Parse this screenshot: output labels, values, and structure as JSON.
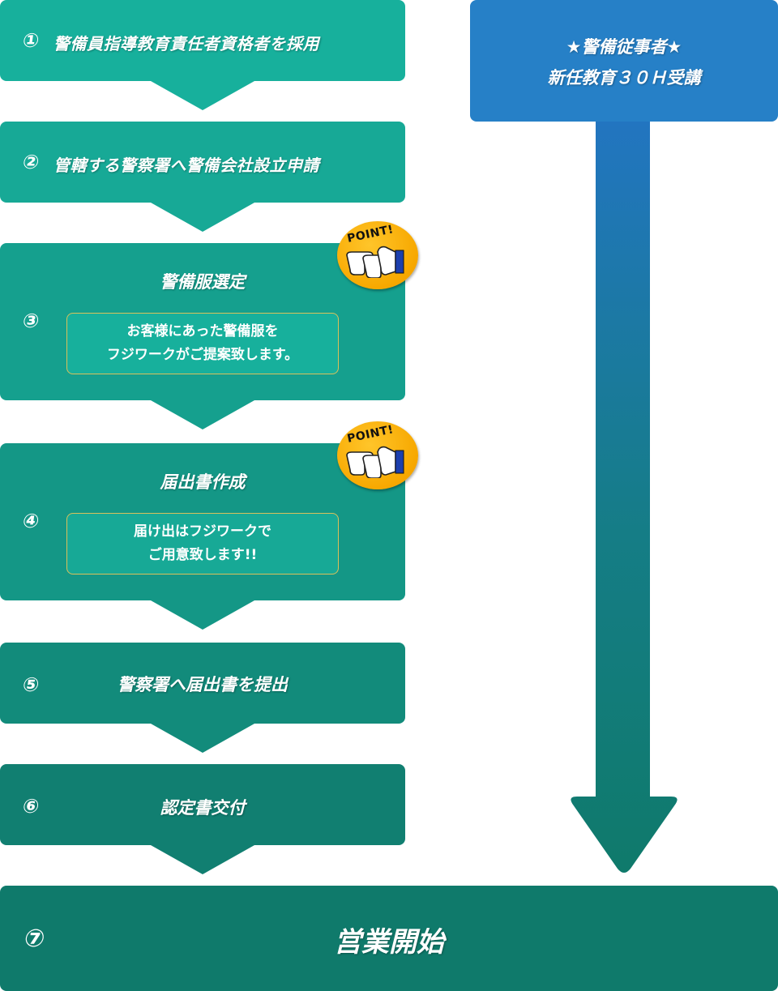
{
  "colors": {
    "step1": "#17b09c",
    "step2": "#17a996",
    "step3": "#15a08e",
    "step4": "#149786",
    "step5": "#128b7b",
    "step6": "#117f71",
    "final": "#0f7a6b",
    "blue": "#2680c7",
    "arrow_top": "#2275c0",
    "arrow_bottom": "#0f7a6b",
    "point_badge": "#f7a800"
  },
  "steps": [
    {
      "num": "①",
      "title": "警備員指導教育責任者資格者を採用"
    },
    {
      "num": "②",
      "title": "管轄する警察署へ警備会社設立申請"
    },
    {
      "num": "③",
      "title": "警備服選定",
      "note": [
        "お客様にあった警備服を",
        "フジワークがご提案致します。"
      ],
      "badge": "POINT!"
    },
    {
      "num": "④",
      "title": "届出書作成",
      "note": [
        "届け出はフジワークで",
        "ご用意致します!!"
      ],
      "badge": "POINT!"
    },
    {
      "num": "⑤",
      "title": "警察署へ届出書を提出"
    },
    {
      "num": "⑥",
      "title": "認定書交付"
    }
  ],
  "final": {
    "num": "⑦",
    "title": "営業開始"
  },
  "side": {
    "line1": "★警備従事者★",
    "line2": "新任教育３０Ｈ受講"
  }
}
